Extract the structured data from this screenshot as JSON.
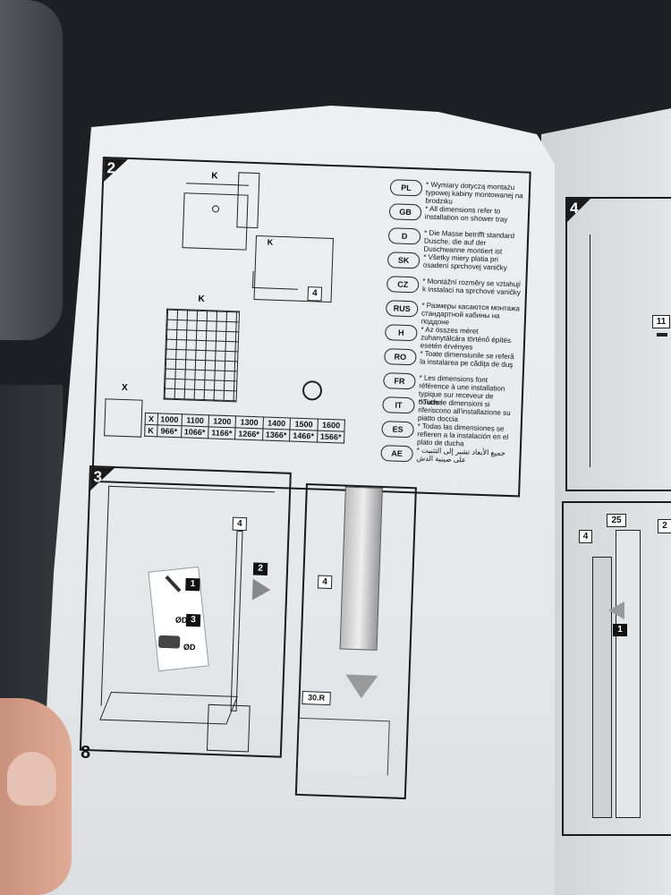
{
  "page_number": "8",
  "step2": {
    "number": "2",
    "label_k_top": "K",
    "label_k_mid": "K",
    "label_k_small": "K",
    "label_x": "X",
    "callout_4": "4",
    "table": {
      "x_label": "X",
      "k_label": "K",
      "x_values": [
        "1000",
        "1100",
        "1200",
        "1300",
        "1400",
        "1500",
        "1600"
      ],
      "k_values": [
        "966*",
        "1066*",
        "1166*",
        "1266*",
        "1366*",
        "1466*",
        "1566*"
      ]
    },
    "languages": [
      {
        "code": "PL",
        "text": "* Wymiary dotyczą montażu typowej kabiny montowanej na brodziku"
      },
      {
        "code": "GB",
        "text": "* All dimensions refer to installation on shower tray"
      },
      {
        "code": "D",
        "text": "* Die Masse betrifft standard Dusche, die auf der Duschwanne montiert ist"
      },
      {
        "code": "SK",
        "text": "* Všetky miery platia pri osadení sprchovej vaničky"
      },
      {
        "code": "CZ",
        "text": "* Montážní rozměry se vztahují k instalaci na sprchové vaničky"
      },
      {
        "code": "RUS",
        "text": "* Размеры касаются монтажа стандартной кабины на поддоне"
      },
      {
        "code": "H",
        "text": "* Az összes méret zuhanytálcára történő építés esetén érvényes"
      },
      {
        "code": "RO",
        "text": "* Toate dimensiunile se referă la instalarea pe cădiţa de duş"
      },
      {
        "code": "FR",
        "text": "* Les dimensions font référence à une installation typique sur receveur de douche"
      },
      {
        "code": "IT",
        "text": "* Tutte le dimensioni si riferiscono all'installazione su piatto doccia"
      },
      {
        "code": "ES",
        "text": "* Todas las dimensiones se refieren a la instalación en el plato de ducha"
      },
      {
        "code": "AE",
        "text": "* جميع الأبعاد تشير إلى التثبيت على صينية الدش"
      }
    ]
  },
  "step3": {
    "number": "3",
    "callout_4a": "4",
    "callout_4b": "4",
    "tag_1": "1",
    "tag_2": "2",
    "tag_3": "3",
    "od_a": "ØD",
    "od_b": "ØD",
    "callout_30r": "30.R"
  },
  "step4": {
    "number": "4",
    "callout_11": "11"
  },
  "step5": {
    "callout_4": "4",
    "callout_25": "25",
    "callout_2": "2",
    "tag_1": "1"
  }
}
